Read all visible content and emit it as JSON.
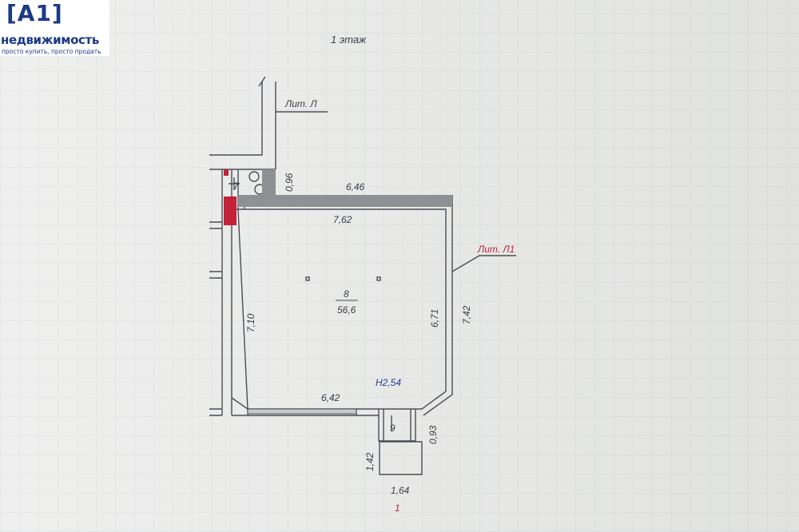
{
  "logo": {
    "mark": "[A1]",
    "name": "недвижимость",
    "tagline": "просто купить, просто продать"
  },
  "floor_title": "1 этаж",
  "lit_l": "Лит. Л",
  "lit_l1": "Лит. Л1",
  "room_main": {
    "number": "8",
    "area": "56,6"
  },
  "room_toilet": {
    "number": "7"
  },
  "room_vestibule": {
    "number": "9"
  },
  "height_label": "Н2,54",
  "dimensions": {
    "d_096": "0,96",
    "d_646": "6,46",
    "d_762": "7,62",
    "d_710": "7,10",
    "d_671": "6,71",
    "d_742": "7,42",
    "d_642": "6,42",
    "d_093": "0,93",
    "d_142": "1,42",
    "d_164": "1,64"
  },
  "entrance_mark": "1",
  "colors": {
    "ink": "#3a3d48",
    "wall_grey": "#8f9093",
    "red": "#c4213a",
    "blue": "#2b3c8a"
  }
}
